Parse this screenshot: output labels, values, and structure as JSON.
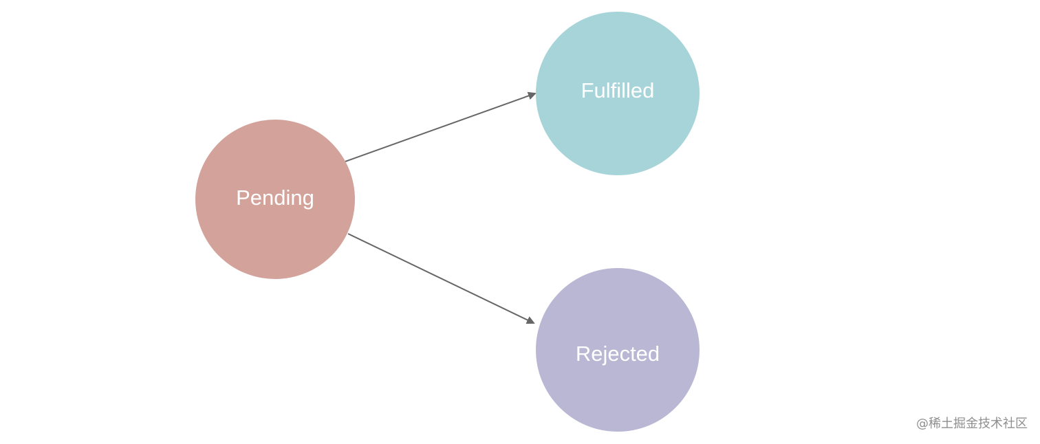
{
  "diagram": {
    "nodes": [
      {
        "id": "pending",
        "label": "Pending",
        "color": "#d3a39b"
      },
      {
        "id": "fulfilled",
        "label": "Fulfilled",
        "color": "#a6d4d9"
      },
      {
        "id": "rejected",
        "label": "Rejected",
        "color": "#b9b7d4"
      }
    ],
    "edges": [
      {
        "from": "pending",
        "to": "fulfilled",
        "color": "#666666"
      },
      {
        "from": "pending",
        "to": "rejected",
        "color": "#666666"
      }
    ]
  },
  "watermark": {
    "text": "@稀土掘金技术社区"
  }
}
